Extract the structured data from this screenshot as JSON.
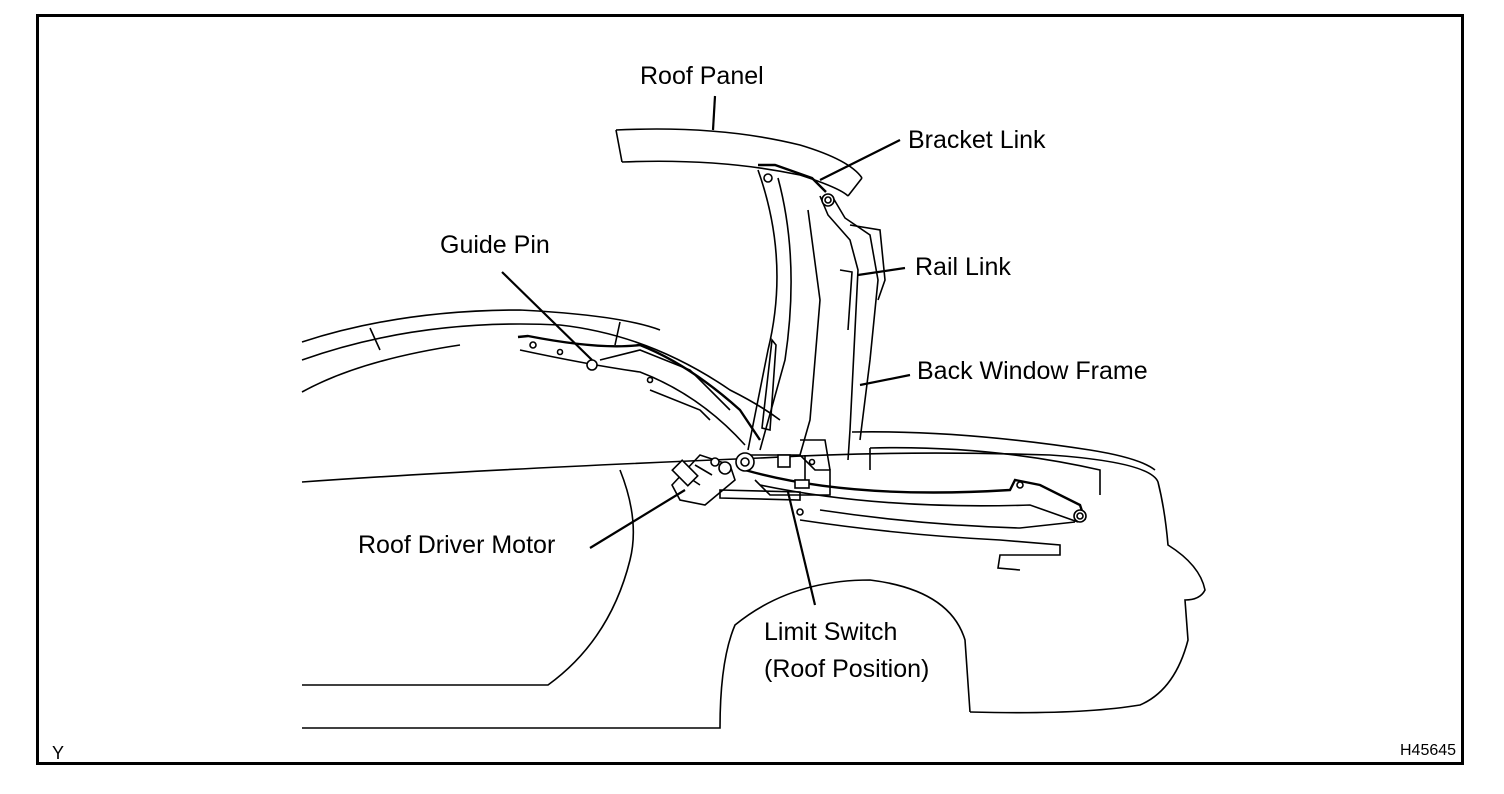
{
  "labels": {
    "roof_panel": "Roof Panel",
    "bracket_link": "Bracket Link",
    "guide_pin": "Guide Pin",
    "rail_link": "Rail Link",
    "back_window_frame": "Back Window Frame",
    "roof_driver_motor": "Roof Driver Motor",
    "limit_switch_line1": "Limit Switch",
    "limit_switch_line2": "(Roof Position)"
  },
  "corner_left": "Y",
  "figure_code": "H45645"
}
